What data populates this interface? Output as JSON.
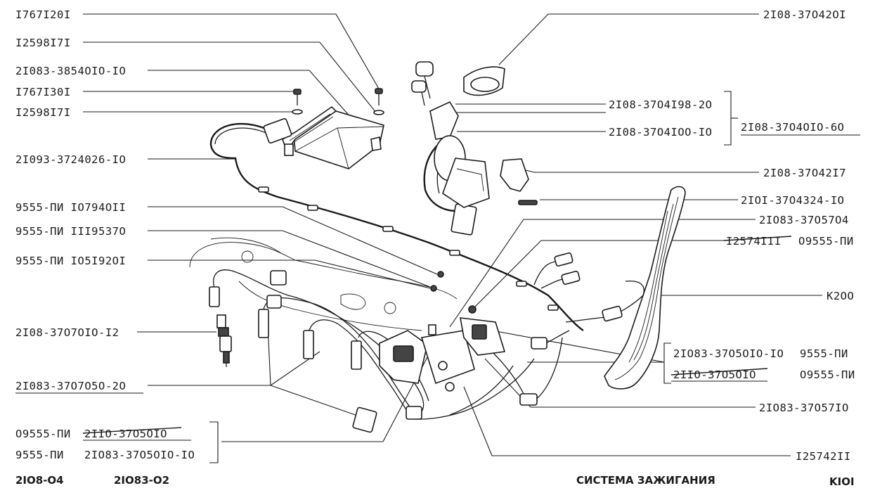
{
  "labels_left": {
    "l1": "I767I20I",
    "l2": "I2598I7I",
    "l3": "2I083-3854OIO-IO",
    "l4": "I767I30I",
    "l5": "I2598I7I",
    "l6": "2I093-3724026-IO",
    "l7": "9555-ПИ  IO794OII",
    "l8": "9555-ПИ  III9537O",
    "l9": "9555-ПИ  IO5I92OI",
    "l10": "2I08-37O7OIO-I2",
    "l11": "2I083-37O7O5O-2O",
    "l12a": "O9555-ПИ",
    "l12b": "2IIO-37O5OIO",
    "l13a": "9555-ПИ",
    "l13b": "2IO83-37O5OIO-IO"
  },
  "labels_right": {
    "r1": "2I08-37O42OI",
    "r2": "2I08-37O4I98-2O",
    "r3": "2I08-37O4IOO-IO",
    "r_group": "2I08-37O4OIO-6O",
    "r4": "2I08-37O42I7",
    "r5": "2IOI-37O4324-IO",
    "r6": "2IO83-37O57O4",
    "r7a": "I2574III",
    "r7b": "O9555-ПИ",
    "r8": "K2OO",
    "r9a": "2IO83-37O5OIO-IO",
    "r9b": "9555-ПИ",
    "r10a": "2IIO-37O5OIO",
    "r10b": "O9555-ПИ",
    "r11": "2IO83-37O57IO",
    "r12": "I25742II"
  },
  "footer": {
    "left1": "2IO8-O4",
    "left2": "2IO83-O2",
    "title": "СИСТЕМА ЗАЖИГАНИЯ",
    "page": "KIOI"
  }
}
